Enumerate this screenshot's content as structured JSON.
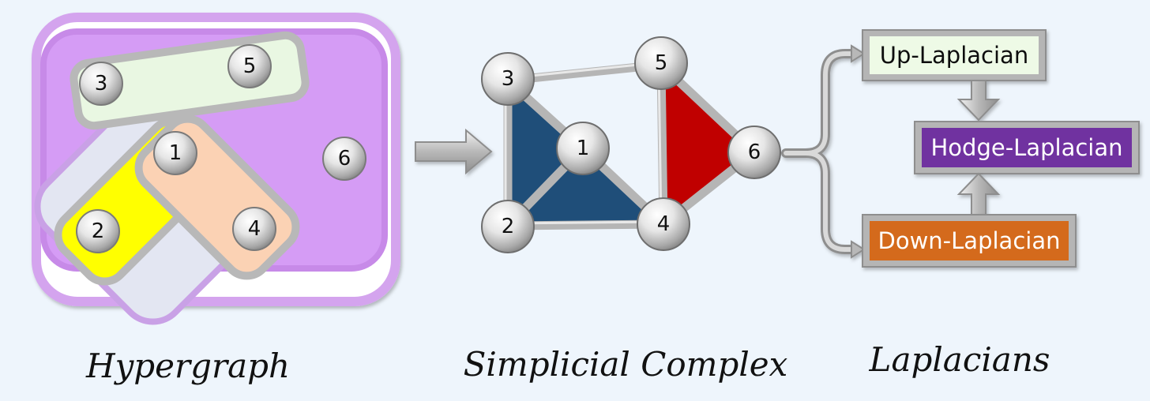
{
  "hypergraph": {
    "caption": "Hypergraph",
    "nodes": [
      "1",
      "2",
      "3",
      "4",
      "5",
      "6"
    ]
  },
  "simplicial_complex": {
    "caption": "Simplicial Complex",
    "nodes": [
      "1",
      "2",
      "3",
      "4",
      "5",
      "6"
    ]
  },
  "laplacians": {
    "caption": "Laplacians",
    "up": "Up-Laplacian",
    "hodge": "Hodge-Laplacian",
    "down": "Down-Laplacian"
  },
  "colors": {
    "background": "#eef5fc",
    "hyperedge_outer": "#d6a6f0",
    "hyperedge_purple": "#d59cf5",
    "hyperedge_gray": "#e3e6f2",
    "hyperedge_green": "#e9f7e2",
    "hyperedge_yellow": "#ffff00",
    "hyperedge_peach": "#fbd2b4",
    "triangle_blue": "#1f4e79",
    "triangle_red": "#c00000",
    "up_box": "#eefae6",
    "hodge_box": "#7030a0",
    "down_box": "#d46a1a"
  }
}
